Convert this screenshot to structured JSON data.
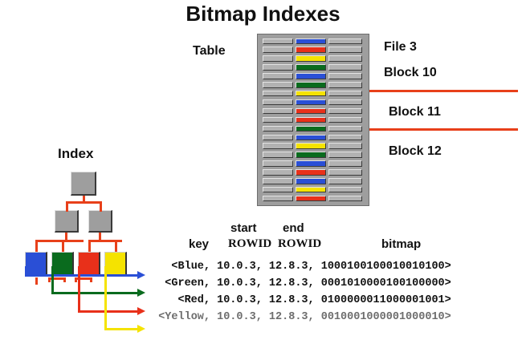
{
  "title": "Bitmap Indexes",
  "labels": {
    "table": "Table",
    "index": "Index"
  },
  "storage_labels": {
    "file": "File 3",
    "block_10": "Block 10",
    "block_11": "Block 11",
    "block_12": "Block 12"
  },
  "colors": {
    "blue": "#2a4fd6",
    "red": "#e8301a",
    "yellow": "#f5e300",
    "green": "#0a6b1e",
    "gray_node": "#9e9e9e",
    "connector": "#e8401a",
    "divider": "#e8401a"
  },
  "table_rows": [
    "blue",
    "red",
    "yellow",
    "green",
    "blue",
    "green",
    "yellow",
    "blue",
    "red",
    "red",
    "green",
    "blue",
    "yellow",
    "green",
    "blue",
    "red",
    "blue",
    "yellow",
    "red"
  ],
  "index_tree": {
    "root": "branch-node",
    "branches": [
      "branch-node-left",
      "branch-node-right"
    ],
    "leaves": [
      "blue",
      "green",
      "red",
      "yellow"
    ]
  },
  "columns": {
    "key": "key",
    "start": "start",
    "start_rowid": "ROWID",
    "end": "end",
    "end_rowid": "ROWID",
    "bitmap": "bitmap"
  },
  "entries": [
    {
      "key": "<Blue,",
      "start_rowid": "10.0.3,",
      "end_rowid": "12.8.3,",
      "bitmap": "1000100100010010100>",
      "color": "#2a4fd6"
    },
    {
      "key": "<Green,",
      "start_rowid": "10.0.3,",
      "end_rowid": "12.8.3,",
      "bitmap": "0001010000100100000>",
      "color": "#0a6b1e"
    },
    {
      "key": "<Red,",
      "start_rowid": "10.0.3,",
      "end_rowid": "12.8.3,",
      "bitmap": "0100000011000001001>",
      "color": "#e8301a"
    },
    {
      "key": "<Yellow,",
      "start_rowid": "10.0.3,",
      "end_rowid": "12.8.3,",
      "bitmap": "0010001000001000010>",
      "color": "#f5e300"
    }
  ]
}
